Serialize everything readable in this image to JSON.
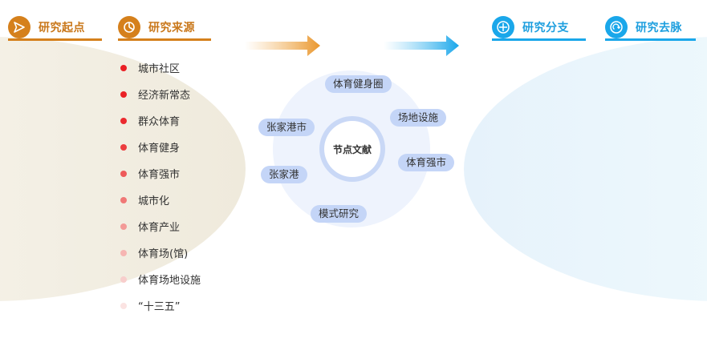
{
  "headers": {
    "start": "研究起点",
    "source": "研究来源",
    "branch": "研究分支",
    "flow": "研究去脉"
  },
  "sources": [
    {
      "label": "城市社区",
      "color": "#ea1f24"
    },
    {
      "label": "经济新常态",
      "color": "#ea2226"
    },
    {
      "label": "群众体育",
      "color": "#eb2a2f"
    },
    {
      "label": "体育健身",
      "color": "#ec3d3f"
    },
    {
      "label": "体育强市",
      "color": "#ee5a5a"
    },
    {
      "label": "城市化",
      "color": "#f07876"
    },
    {
      "label": "体育产业",
      "color": "#f39a97"
    },
    {
      "label": "体育场(馆)",
      "color": "#f6b5b2"
    },
    {
      "label": "体育场地设施",
      "color": "#f8cecc"
    },
    {
      "label": "“十三五”",
      "color": "#fbe3e2"
    }
  ],
  "center": "节点文献",
  "keywords": {
    "k1": "体育健身圈",
    "k2": "场地设施",
    "k3": "张家港市",
    "k4": "体育强市",
    "k5": "张家港",
    "k6": "模式研究"
  },
  "colors": {
    "orange": "#d5801c",
    "blue": "#1aa7ea",
    "tag": "#c4d5f7"
  }
}
